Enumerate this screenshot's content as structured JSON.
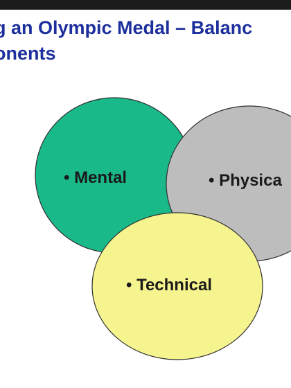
{
  "title": {
    "line1": "g an Olympic Medal – Balanc",
    "line2": "onents"
  },
  "diagram": {
    "circles": [
      {
        "id": "mental",
        "label": "• Mental",
        "fill": "#1ab98a"
      },
      {
        "id": "physical",
        "label": "• Physica",
        "fill": "#bdbdbd"
      },
      {
        "id": "technical",
        "label": "• Technical",
        "fill": "#f6f48e"
      }
    ],
    "outline_color": "#2f2f2f",
    "title_color": "#1d2f9c"
  }
}
